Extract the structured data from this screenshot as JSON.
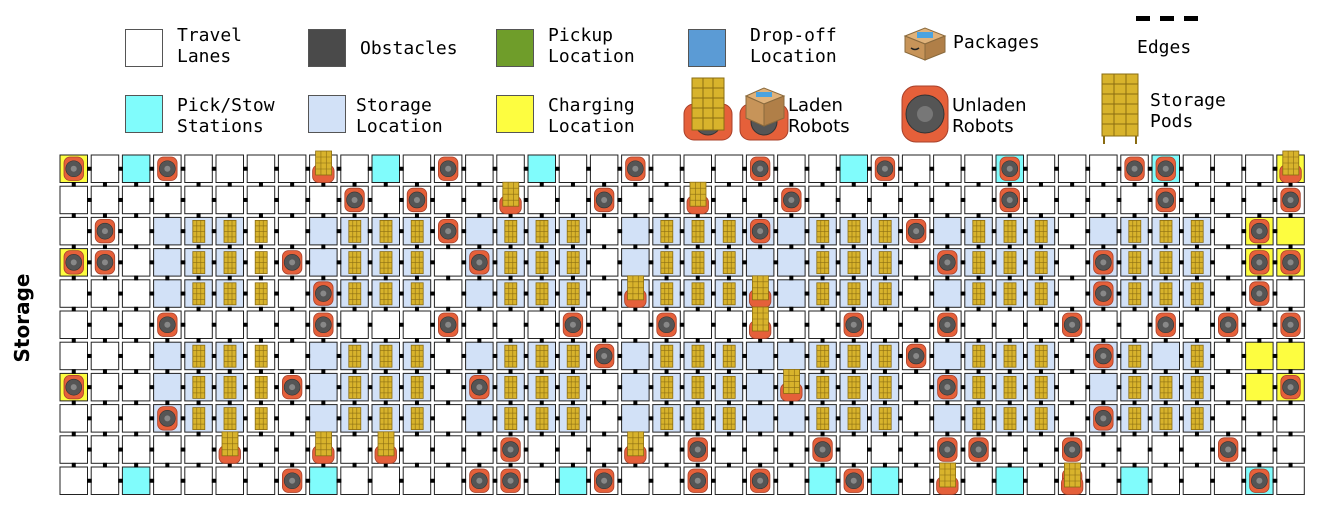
{
  "legend": {
    "travel_lanes": "Travel\nLanes",
    "obstacles": "Obstacles",
    "pickup": "Pickup\nLocation",
    "dropoff": "Drop-off\nLocation",
    "packages": "Packages",
    "edges": "Edges",
    "pick_stow": "Pick/Stow\nStations",
    "storage_loc": "Storage\nLocation",
    "charging": "Charging\nLocation",
    "laden": "Laden\nRobots",
    "unladen": "Unladen\nRobots",
    "pods": "Storage\nPods"
  },
  "side_label": "Storage",
  "colors": {
    "lane": "#ffffff",
    "obstacle": "#4a4a4a",
    "pickup": "#6f9d2a",
    "dropoff": "#5b9bd5",
    "station": "#80fcfc",
    "storage": "#d2e1f7",
    "charging": "#fdfd40",
    "robot_body": "#e5603a",
    "robot_top": "#555555",
    "pod": "#d8b32c",
    "edge": "#000000"
  },
  "grid": {
    "cols": 40,
    "rows": 11,
    "cells": [
      "C.S.......S....S.........S....S....S...C",
      "........................................",
      "...SSS..SSSS.SSSS.SSSSSSSSS.SSSS.SSSS.CC",
      "C..SSS..SSSS.SSSS.SSSSSSSSS.SSSS.SSSS.CC",
      "...SSS..SSSS.SSSS.SSSSSSSSS.SSSS.SSSS...",
      "........................................",
      "...SSS..SSSS.SSSS.SSSSSSSSS.SSSS.SSSS.CC",
      "C..SSS..SSSS.SSSS.SSSSSSSSS.SSSS.SSSS.CC",
      "...SSS..SSSS.SSSS.SSSSSSSSS.SSSS.SSSS...",
      "........................................",
      "..S.....S.......S.......S.S...S...S...S."
    ],
    "robots": [
      [
        0,
        0
      ],
      [
        3,
        0
      ],
      [
        12,
        0
      ],
      [
        18,
        0
      ],
      [
        22,
        0
      ],
      [
        26,
        0
      ],
      [
        30,
        0
      ],
      [
        34,
        0
      ],
      [
        35,
        0
      ],
      [
        9,
        1
      ],
      [
        11,
        1
      ],
      [
        17,
        1
      ],
      [
        23,
        1
      ],
      [
        30,
        1
      ],
      [
        35,
        1
      ],
      [
        39,
        1
      ],
      [
        1,
        2
      ],
      [
        12,
        2
      ],
      [
        22,
        2
      ],
      [
        27,
        2
      ],
      [
        38,
        2
      ],
      [
        0,
        3
      ],
      [
        1,
        3
      ],
      [
        7,
        3
      ],
      [
        13,
        3
      ],
      [
        28,
        3
      ],
      [
        33,
        3
      ],
      [
        38,
        3
      ],
      [
        39,
        3
      ],
      [
        8,
        4
      ],
      [
        33,
        4
      ],
      [
        38,
        4
      ],
      [
        3,
        5
      ],
      [
        8,
        5
      ],
      [
        12,
        5
      ],
      [
        16,
        5
      ],
      [
        19,
        5
      ],
      [
        25,
        5
      ],
      [
        28,
        5
      ],
      [
        32,
        5
      ],
      [
        35,
        5
      ],
      [
        37,
        5
      ],
      [
        39,
        5
      ],
      [
        17,
        6
      ],
      [
        27,
        6
      ],
      [
        33,
        6
      ],
      [
        0,
        7
      ],
      [
        7,
        7
      ],
      [
        13,
        7
      ],
      [
        28,
        7
      ],
      [
        39,
        7
      ],
      [
        3,
        8
      ],
      [
        33,
        8
      ],
      [
        14,
        9
      ],
      [
        20,
        9
      ],
      [
        24,
        9
      ],
      [
        28,
        9
      ],
      [
        29,
        9
      ],
      [
        32,
        9
      ],
      [
        37,
        9
      ],
      [
        40,
        9
      ],
      [
        7,
        10
      ],
      [
        13,
        10
      ],
      [
        14,
        10
      ],
      [
        17,
        10
      ],
      [
        20,
        10
      ],
      [
        22,
        10
      ],
      [
        25,
        10
      ],
      [
        32,
        10
      ],
      [
        38,
        10
      ]
    ],
    "pods": [
      [
        4,
        2
      ],
      [
        5,
        2
      ],
      [
        6,
        2
      ],
      [
        9,
        2
      ],
      [
        10,
        2
      ],
      [
        11,
        2
      ],
      [
        14,
        2
      ],
      [
        15,
        2
      ],
      [
        16,
        2
      ],
      [
        19,
        2
      ],
      [
        20,
        2
      ],
      [
        21,
        2
      ],
      [
        24,
        2
      ],
      [
        25,
        2
      ],
      [
        26,
        2
      ],
      [
        29,
        2
      ],
      [
        30,
        2
      ],
      [
        31,
        2
      ],
      [
        34,
        2
      ],
      [
        35,
        2
      ],
      [
        36,
        2
      ],
      [
        4,
        3
      ],
      [
        5,
        3
      ],
      [
        6,
        3
      ],
      [
        9,
        3
      ],
      [
        10,
        3
      ],
      [
        11,
        3
      ],
      [
        14,
        3
      ],
      [
        15,
        3
      ],
      [
        16,
        3
      ],
      [
        19,
        3
      ],
      [
        20,
        3
      ],
      [
        21,
        3
      ],
      [
        24,
        3
      ],
      [
        25,
        3
      ],
      [
        26,
        3
      ],
      [
        29,
        3
      ],
      [
        30,
        3
      ],
      [
        31,
        3
      ],
      [
        34,
        3
      ],
      [
        35,
        3
      ],
      [
        36,
        3
      ],
      [
        4,
        4
      ],
      [
        5,
        4
      ],
      [
        6,
        4
      ],
      [
        9,
        4
      ],
      [
        10,
        4
      ],
      [
        11,
        4
      ],
      [
        14,
        4
      ],
      [
        15,
        4
      ],
      [
        16,
        4
      ],
      [
        19,
        4
      ],
      [
        20,
        4
      ],
      [
        21,
        4
      ],
      [
        24,
        4
      ],
      [
        25,
        4
      ],
      [
        26,
        4
      ],
      [
        29,
        4
      ],
      [
        30,
        4
      ],
      [
        31,
        4
      ],
      [
        34,
        4
      ],
      [
        35,
        4
      ],
      [
        36,
        4
      ],
      [
        4,
        6
      ],
      [
        5,
        6
      ],
      [
        6,
        6
      ],
      [
        9,
        6
      ],
      [
        10,
        6
      ],
      [
        11,
        6
      ],
      [
        14,
        6
      ],
      [
        15,
        6
      ],
      [
        16,
        6
      ],
      [
        19,
        6
      ],
      [
        20,
        6
      ],
      [
        21,
        6
      ],
      [
        24,
        6
      ],
      [
        25,
        6
      ],
      [
        26,
        6
      ],
      [
        29,
        6
      ],
      [
        30,
        6
      ],
      [
        31,
        6
      ],
      [
        34,
        6
      ],
      [
        36,
        6
      ],
      [
        4,
        7
      ],
      [
        5,
        7
      ],
      [
        6,
        7
      ],
      [
        9,
        7
      ],
      [
        10,
        7
      ],
      [
        11,
        7
      ],
      [
        14,
        7
      ],
      [
        15,
        7
      ],
      [
        16,
        7
      ],
      [
        19,
        7
      ],
      [
        20,
        7
      ],
      [
        21,
        7
      ],
      [
        24,
        7
      ],
      [
        25,
        7
      ],
      [
        26,
        7
      ],
      [
        29,
        7
      ],
      [
        30,
        7
      ],
      [
        31,
        7
      ],
      [
        34,
        7
      ],
      [
        35,
        7
      ],
      [
        36,
        7
      ],
      [
        4,
        8
      ],
      [
        5,
        8
      ],
      [
        6,
        8
      ],
      [
        9,
        8
      ],
      [
        10,
        8
      ],
      [
        11,
        8
      ],
      [
        14,
        8
      ],
      [
        15,
        8
      ],
      [
        16,
        8
      ],
      [
        19,
        8
      ],
      [
        20,
        8
      ],
      [
        21,
        8
      ],
      [
        24,
        8
      ],
      [
        25,
        8
      ],
      [
        26,
        8
      ],
      [
        29,
        8
      ],
      [
        30,
        8
      ],
      [
        31,
        8
      ],
      [
        34,
        8
      ],
      [
        35,
        8
      ],
      [
        36,
        8
      ]
    ],
    "laden": [
      [
        8,
        0
      ],
      [
        39,
        0
      ],
      [
        14,
        1
      ],
      [
        20,
        1
      ],
      [
        18,
        4
      ],
      [
        22,
        4
      ],
      [
        22,
        5
      ],
      [
        5,
        9
      ],
      [
        8,
        9
      ],
      [
        10,
        9
      ],
      [
        18,
        9
      ],
      [
        23,
        7
      ],
      [
        28,
        10
      ],
      [
        32,
        10
      ]
    ]
  }
}
